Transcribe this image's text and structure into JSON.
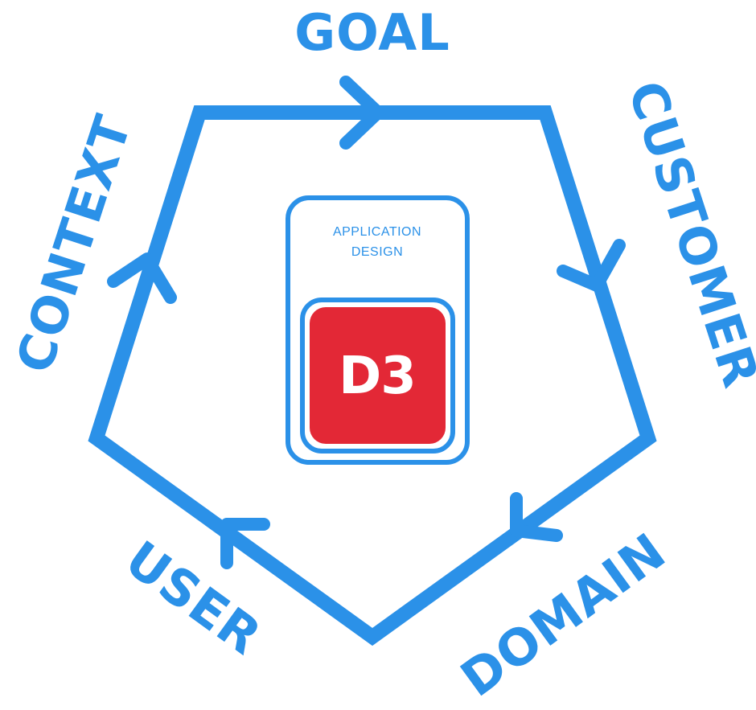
{
  "colors": {
    "accent": "#2B91E8",
    "badge": "#E32836",
    "badge_text": "#FFFFFF",
    "background": "#FFFFFF"
  },
  "cycle": {
    "stages": {
      "goal": "GOAL",
      "customer": "CUSTOMER",
      "domain": "DOMAIN",
      "user": "USER",
      "context": "CONTEXT"
    },
    "direction": "clockwise",
    "arrow_icons": [
      "arrow-right-icon",
      "arrow-down-icon",
      "arrow-left-icon",
      "arrow-up-left-icon",
      "arrow-up-icon"
    ]
  },
  "center": {
    "caption_line1": "APPLICATION",
    "caption_line2": "DESIGN",
    "badge": "D3"
  }
}
